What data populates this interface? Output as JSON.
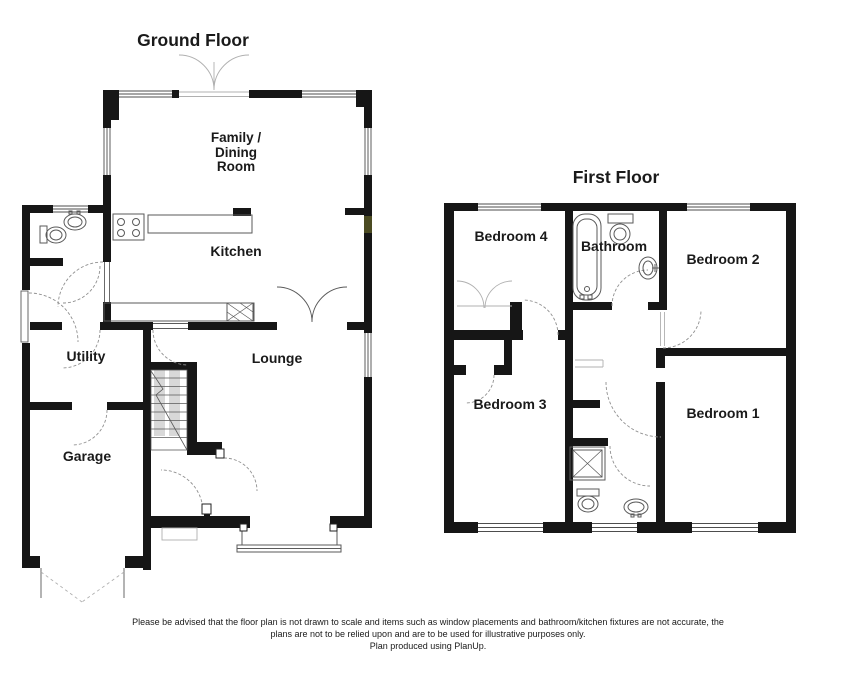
{
  "document": {
    "background": "#ffffff"
  },
  "floor_plan": {
    "ground_floor": {
      "title": "Ground Floor",
      "rooms": {
        "family_dining_room": {
          "label_lines": [
            "Family /",
            "Dining",
            "Room"
          ]
        },
        "kitchen": {
          "label": "Kitchen"
        },
        "utility": {
          "label": "Utility"
        },
        "lounge": {
          "label": "Lounge"
        },
        "garage": {
          "label": "Garage"
        }
      }
    },
    "first_floor": {
      "title": "First Floor",
      "rooms": {
        "bedroom_4": {
          "label": "Bedroom 4"
        },
        "bathroom": {
          "label": "Bathroom"
        },
        "bedroom_2": {
          "label": "Bedroom 2"
        },
        "bedroom_3": {
          "label": "Bedroom 3"
        },
        "bedroom_1": {
          "label": "Bedroom 1"
        }
      }
    }
  },
  "disclaimer": {
    "line1": "Please be advised that the floor plan is not drawn to scale and items such as window placements and bathroom/kitchen fixtures are not accurate, the",
    "line2": "plans are not to be relied upon and are to be used for illustrative purposes only.",
    "line3": "Plan produced using PlanUp."
  },
  "colors": {
    "wall": "#161616",
    "window_line": "#4d4d4d",
    "fixture_line": "#5a5a5a",
    "door_arc": "#909090",
    "light_arc": "#b0b0b0",
    "stair_shade": "#d8d8d8",
    "wall_artifact": "#4b4b22",
    "text": "#1a1a1a"
  }
}
